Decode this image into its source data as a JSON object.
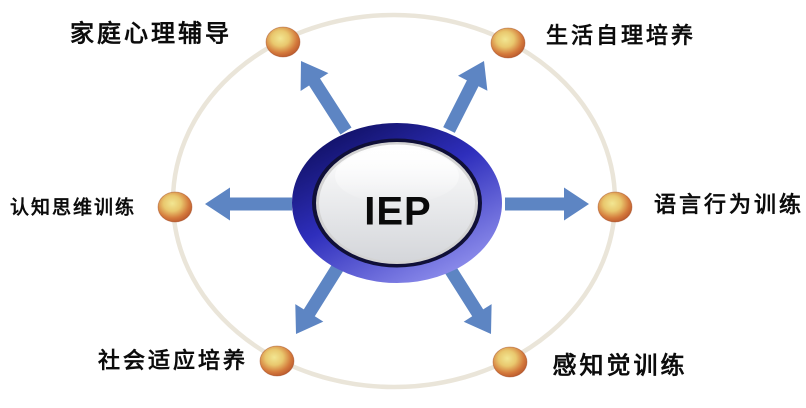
{
  "figure": {
    "type": "hub-and-spokes-diagram",
    "hub": {
      "label": "IEP"
    },
    "nodes": [
      {
        "key": "family-psych-counseling",
        "position": "top-left",
        "label": "家庭心理辅导"
      },
      {
        "key": "daily-living-self-care",
        "position": "top-right",
        "label": "生活自理培养"
      },
      {
        "key": "cognitive-thinking-training",
        "position": "left",
        "label": "认知思维训练"
      },
      {
        "key": "language-behavior-training",
        "position": "right",
        "label": "语言行为训练"
      },
      {
        "key": "social-adaptation-training",
        "position": "bottom-left",
        "label": "社会适应培养"
      },
      {
        "key": "sensory-perception-training",
        "position": "bottom-right",
        "label": "感知觉训练"
      }
    ],
    "colors": {
      "arrow": "#5d85c3",
      "orbit_ring": "#eae5d9",
      "hub_ring_dark": "#0d0d5a",
      "hub_ring_mid": "#2e2ebc",
      "hub_ring_light": "#9a9af2",
      "node_core": "#f0e388",
      "node_rim": "#b5522a",
      "label_text": "#0c0c0c"
    }
  }
}
